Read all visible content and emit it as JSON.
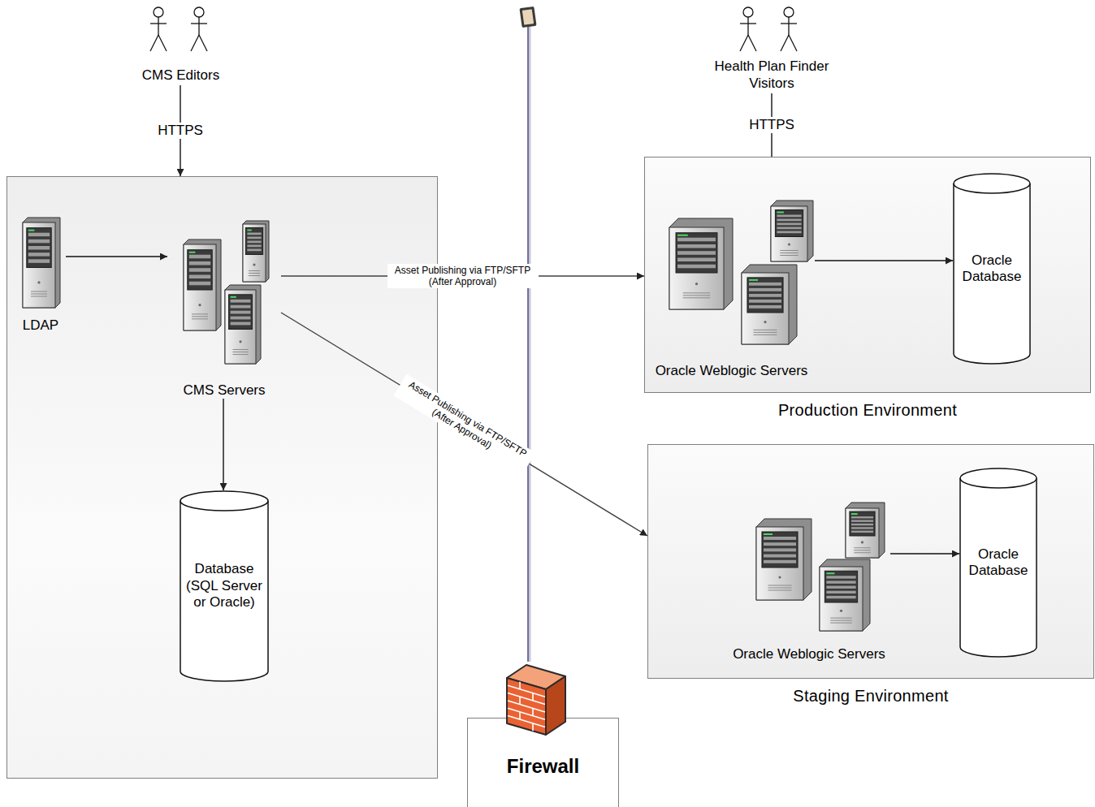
{
  "diagram": {
    "nodes": [
      {
        "text": [
          "CMS Editors"
        ]
      },
      {
        "text": []
      },
      {
        "text": [
          "LDAP"
        ],
        "in": 1
      },
      {
        "text": [
          "CMS Servers"
        ],
        "in": 1
      },
      {
        "text": [
          "Database (SQL Server or Oracle)"
        ],
        "in": 1
      },
      {
        "text": [
          "Health Plan Finder Visitors"
        ]
      },
      {
        "text": [
          "Production Environment"
        ]
      },
      {
        "text": [
          "Oracle Weblogic Servers"
        ],
        "in": 6
      },
      {
        "text": [
          "Oracle Database"
        ],
        "in": 6
      },
      {
        "text": [
          "Staging Environment"
        ]
      },
      {
        "text": [
          "Oracle Weblogic Servers"
        ],
        "in": 9
      },
      {
        "text": [
          "Oracle Database"
        ],
        "in": 9
      },
      {
        "text": [
          "Firewall"
        ]
      }
    ],
    "edges": [
      {
        "from": 0,
        "to": 1,
        "label": "HTTPS",
        "arrow": "to"
      },
      {
        "from": 2,
        "to": 3,
        "arrow": "to"
      },
      {
        "from": 3,
        "to": 4,
        "arrow": "to"
      },
      {
        "from": 5,
        "to": 6,
        "label": "HTTPS",
        "arrow": "none"
      },
      {
        "from": 3,
        "to": 6,
        "label": "Asset Publishing via FTP/SFTP (After Approval)",
        "arrow": "to"
      },
      {
        "from": 3,
        "to": 9,
        "label": "Asset Publishing via FTP/SFTP (After Approval)",
        "arrow": "to"
      },
      {
        "from": 7,
        "to": 8,
        "arrow": "to"
      },
      {
        "from": 10,
        "to": 11,
        "arrow": "to"
      }
    ]
  }
}
